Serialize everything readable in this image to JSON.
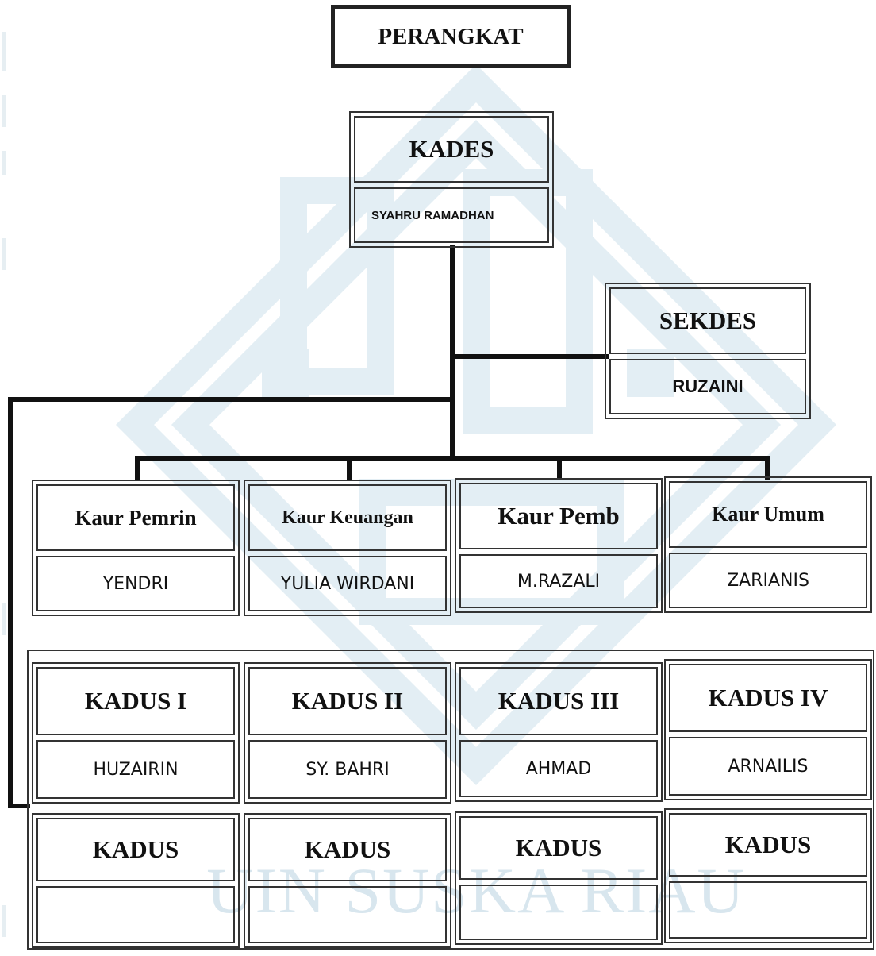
{
  "title": "PERANGKAT",
  "watermark": "UIN SUSKA RIAU",
  "kades": {
    "title": "KADES",
    "name": "SYAHRU RAMADHAN"
  },
  "sekdes": {
    "title": "SEKDES",
    "name": "RUZAINI"
  },
  "kaur": [
    {
      "title": "Kaur Pemrin",
      "name": "YENDRI"
    },
    {
      "title": "Kaur Keuangan",
      "name": "YULIA WIRDANI"
    },
    {
      "title": "Kaur Pemb",
      "name": "M.RAZALI"
    },
    {
      "title": "Kaur Umum",
      "name": "ZARIANIS"
    }
  ],
  "kadus_row1": [
    {
      "title": "KADUS I",
      "name": "HUZAIRIN"
    },
    {
      "title": "KADUS II",
      "name": "SY. BAHRI"
    },
    {
      "title": "KADUS III",
      "name": "AHMAD"
    },
    {
      "title": "KADUS IV",
      "name": "ARNAILIS"
    }
  ],
  "kadus_row2": [
    {
      "title": "KADUS",
      "name": ""
    },
    {
      "title": "KADUS",
      "name": ""
    },
    {
      "title": "KADUS",
      "name": ""
    },
    {
      "title": "KADUS",
      "name": ""
    }
  ],
  "colors": {
    "line": "#111111",
    "watermark": "#d8e6ee",
    "border": "#333333"
  }
}
